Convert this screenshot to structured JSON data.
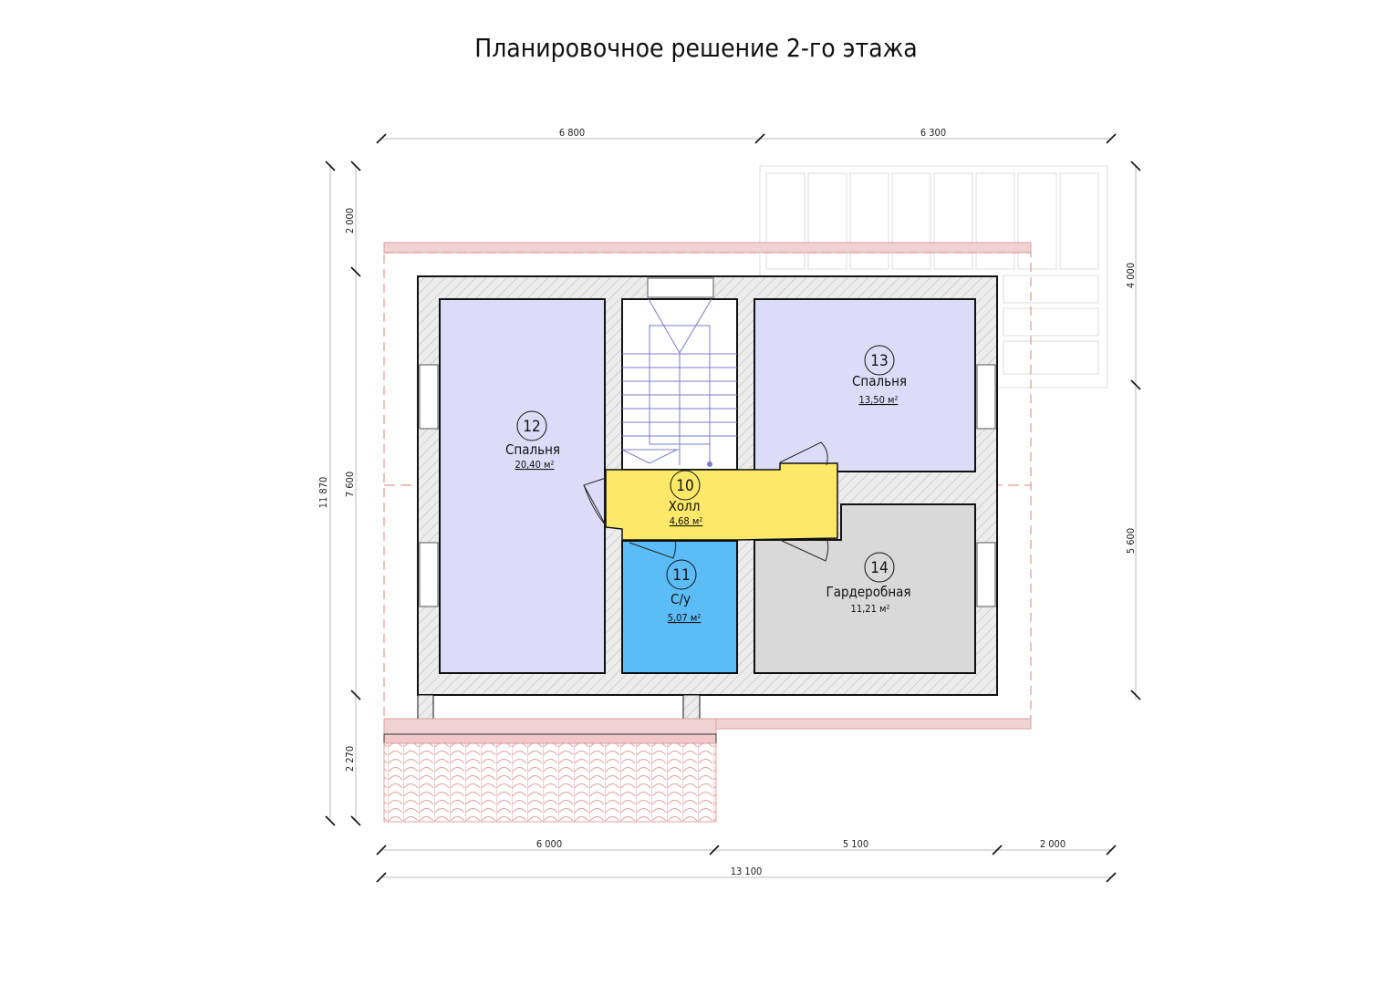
{
  "title": "Планировочное решение 2-го этажа",
  "dimensions": {
    "top": [
      "6 800",
      "6 300"
    ],
    "bottom": [
      "6 000",
      "5 100",
      "2 000"
    ],
    "bottom_total": "13 100",
    "left_total": "11 870",
    "left": [
      "2 000",
      "7 600",
      "2 270"
    ],
    "right": [
      "4 000",
      "5 600"
    ]
  },
  "rooms": [
    {
      "number": "12",
      "name": "Спальня",
      "area": "20,40 м²",
      "color": "#dcdcf8"
    },
    {
      "number": "13",
      "name": "Спальня",
      "area": "13,50 м²",
      "color": "#dcdcf8"
    },
    {
      "number": "10",
      "name": "Холл",
      "area": "4,68 м²",
      "color": "#fce96a"
    },
    {
      "number": "11",
      "name": "С/у",
      "area": "5,07 м²",
      "color": "#5cbcf8"
    },
    {
      "number": "14",
      "name": "Гардеробная",
      "area": "11,21 м²",
      "color": "#d9d9d9"
    }
  ]
}
